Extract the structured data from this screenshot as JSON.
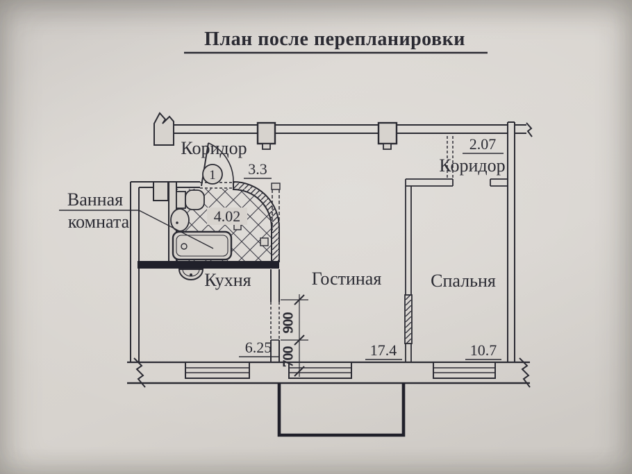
{
  "title": "План после перепланировки",
  "rooms": {
    "corridor_left": {
      "label": "Коридор",
      "area": "3.3"
    },
    "corridor_right": {
      "label": "Коридор",
      "area": "2.07"
    },
    "bathroom": {
      "label_line1": "Ванная",
      "label_line2": "комната",
      "area": "4.02"
    },
    "kitchen": {
      "label": "Кухня",
      "area": "6.25"
    },
    "living": {
      "label": "Гостиная",
      "area": "17.4"
    },
    "bedroom": {
      "label": "Спальня",
      "area": "10.7"
    }
  },
  "dimensions": {
    "upper": "900",
    "lower": "700"
  },
  "door_marker": "1",
  "colors": {
    "paper": "#d7d3ce",
    "ink": "#2b2b33"
  }
}
